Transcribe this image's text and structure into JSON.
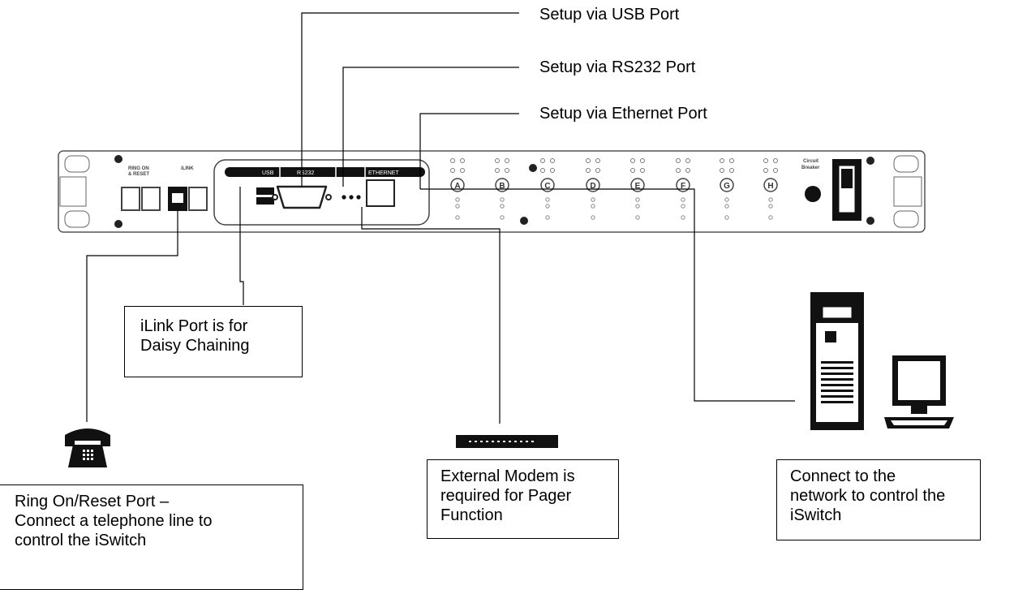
{
  "callouts": {
    "usb": "Setup via USB Port",
    "rs232": "Setup via RS232 Port",
    "ethernet": "Setup via Ethernet Port"
  },
  "boxes": {
    "ilink": [
      "iLink Port is for",
      "Daisy Chaining"
    ],
    "modem": [
      "External Modem is",
      "required for Pager",
      "Function"
    ],
    "network": [
      "Connect to the",
      "network to control the",
      "iSwitch"
    ],
    "ring": [
      "Ring On/Reset Port –",
      "Connect a telephone line to",
      "control the iSwitch"
    ]
  },
  "panel": {
    "ring_label": [
      "RING ON",
      "& RESET"
    ],
    "ilink_label": "iLINK",
    "port_tabs": [
      "USB",
      "RS232",
      "",
      "ETHERNET"
    ],
    "outlets": [
      "A",
      "B",
      "C",
      "D",
      "E",
      "F",
      "G",
      "H"
    ],
    "breaker_label": [
      "Circuit",
      "Breaker"
    ]
  },
  "icons": {
    "telephone": "telephone-icon",
    "modem": "external-modem-icon",
    "computer": "desktop-computer-icon",
    "power_switch": "power-switch-icon"
  },
  "colors": {
    "line": "#000000",
    "panel_stroke": "#555555",
    "background": "#ffffff"
  }
}
